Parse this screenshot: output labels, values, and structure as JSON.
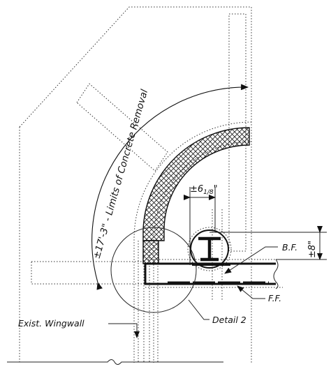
{
  "labels": {
    "limits": "±17'-3\" - Limits of Concrete Removal",
    "offset_dim_main": "±6",
    "offset_dim_frac": "1/8",
    "offset_dim_unit": "\"",
    "height_dim": "±8\"",
    "back_face": "B.F.",
    "front_face": "F.F.",
    "wingwall": "Exist. Wingwall",
    "detail": "Detail 2"
  },
  "colors": {
    "ink": "#111111",
    "paper": "#ffffff"
  }
}
